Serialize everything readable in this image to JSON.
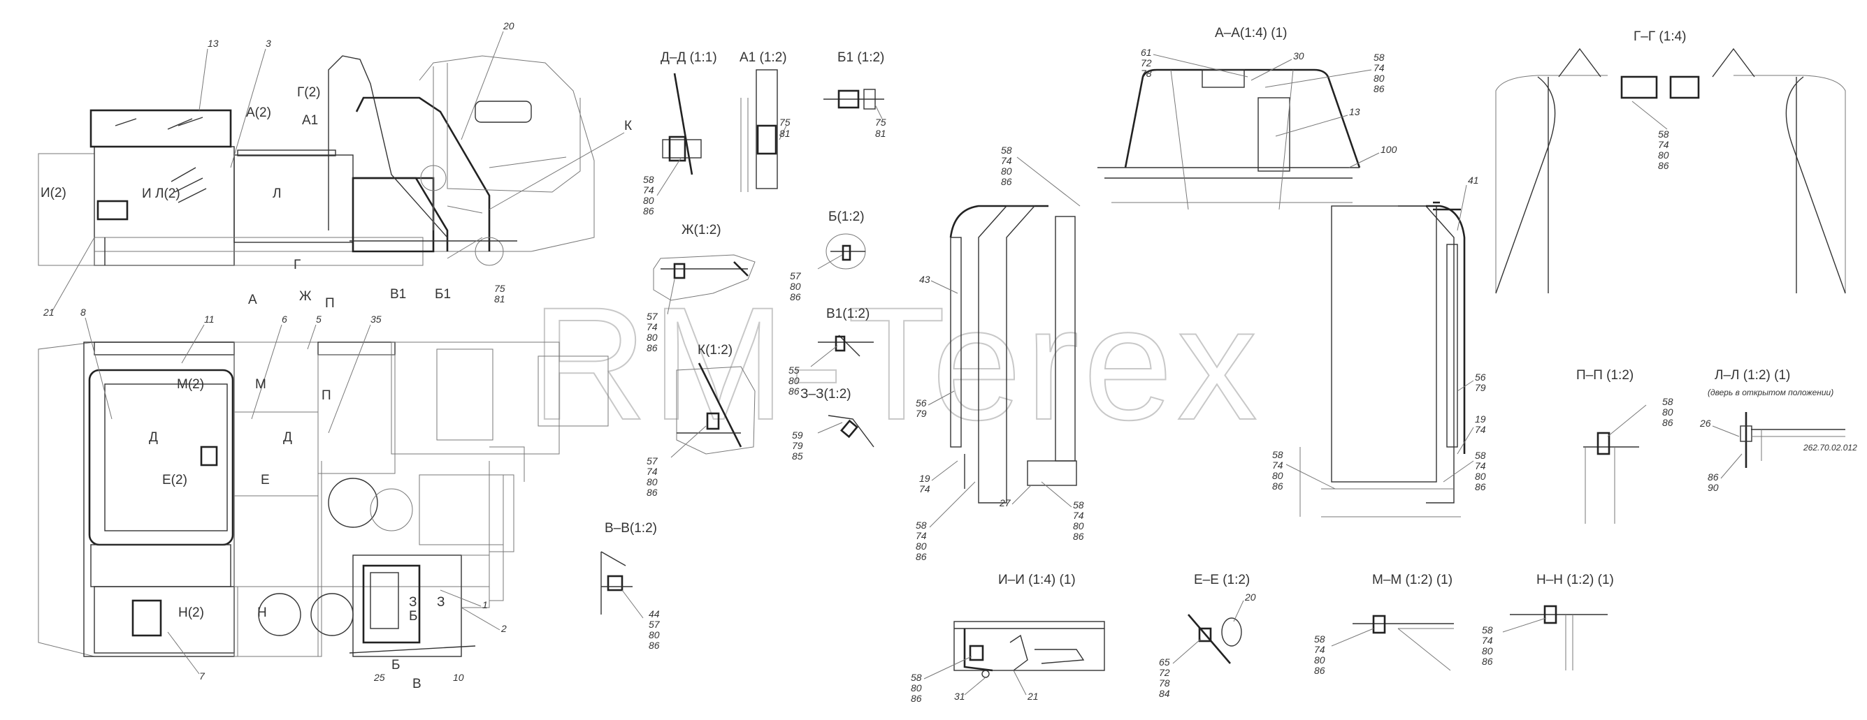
{
  "watermark": "RM-Terex",
  "view_titles": {
    "dd": "Д–Д (1:1)",
    "a1": "А1 (1:2)",
    "b1": "Б1 (1:2)",
    "zh": "Ж(1:2)",
    "b": "Б(1:2)",
    "k": "К(1:2)",
    "v1": "В1(1:2)",
    "zz": "З–З(1:2)",
    "vv": "В–В(1:2)",
    "aa": "А–А(1:4) (1)",
    "gg": "Г–Г (1:4)",
    "pp": "П–П (1:2)",
    "ll": "Л–Л (1:2) (1)",
    "ii": "И–И (1:4) (1)",
    "ee": "Е–Е (1:2)",
    "mm": "М–М (1:2) (1)",
    "nn": "Н–Н (1:2) (1)"
  },
  "ll_note": "(дверь в открытом положении)",
  "ll_ref": "262.70.02.012",
  "side_view_labels": {
    "p13": "13",
    "p3": "3",
    "p20": "20",
    "p21": "21",
    "a2": "А(2)",
    "g2": "Г(2)",
    "a1": "А1",
    "k": "К",
    "i2": "И(2)",
    "i": "И",
    "l2": "Л(2)",
    "l": "Л",
    "g": "Г",
    "a": "А",
    "zh": "Ж",
    "v1": "В1",
    "b1": "Б1",
    "p75": "75",
    "p81": "81"
  },
  "plan_view_labels": {
    "p8": "8",
    "p11": "11",
    "p6": "6",
    "p5": "5",
    "p35": "35",
    "m2": "М(2)",
    "m": "М",
    "d": "Д",
    "d2": "Д",
    "e2": "Е(2)",
    "e": "Е",
    "p": "П",
    "p_low": "П",
    "n2": "Н(2)",
    "n": "Н",
    "p7": "7",
    "p1": "1",
    "p2": "2",
    "z": "З",
    "z2": "З",
    "b": "Б",
    "b2": "Б",
    "v": "В",
    "p25": "25",
    "p10": "10"
  },
  "callouts": {
    "dd": [
      "58",
      "74",
      "80",
      "86"
    ],
    "a1": [
      "75",
      "81"
    ],
    "b1": [
      "75",
      "81"
    ],
    "zh": [
      "57",
      "74",
      "80",
      "86"
    ],
    "b": [
      "57",
      "80",
      "86"
    ],
    "k": [
      "57",
      "74",
      "80",
      "86"
    ],
    "v1": [
      "55",
      "80",
      "86"
    ],
    "zz": [
      "59",
      "79",
      "85"
    ],
    "vv": [
      "44",
      "57",
      "80",
      "86"
    ],
    "aa_top_left": [
      "61",
      "72",
      "78"
    ],
    "aa_30": "30",
    "aa_top_right": [
      "58",
      "74",
      "80",
      "86"
    ],
    "aa_13": "13",
    "aa_left": [
      "58",
      "74",
      "80",
      "86"
    ],
    "aa_100": "100",
    "aa_41": "41",
    "aa_43": "43",
    "aa_56l": [
      "56",
      "79"
    ],
    "aa_19l": [
      "19",
      "74"
    ],
    "aa_58l": [
      "58",
      "74",
      "80",
      "86"
    ],
    "aa_27": "27",
    "aa_58b": [
      "58",
      "74",
      "80",
      "86"
    ],
    "aa_58m": [
      "58",
      "74",
      "80",
      "86"
    ],
    "aa_56r": [
      "56",
      "79"
    ],
    "aa_19r": [
      "19",
      "74"
    ],
    "aa_58r": [
      "58",
      "74",
      "80",
      "86"
    ],
    "gg": [
      "58",
      "74",
      "80",
      "86"
    ],
    "pp": [
      "58",
      "80",
      "86"
    ],
    "ll_26": "26",
    "ll": [
      "86",
      "90"
    ],
    "ii": [
      "58",
      "80",
      "86"
    ],
    "ii_31": "31",
    "ii_21": "21",
    "ee_20": "20",
    "ee": [
      "65",
      "72",
      "78",
      "84"
    ],
    "mm": [
      "58",
      "74",
      "80",
      "86"
    ],
    "nn": [
      "58",
      "74",
      "80",
      "86"
    ]
  }
}
